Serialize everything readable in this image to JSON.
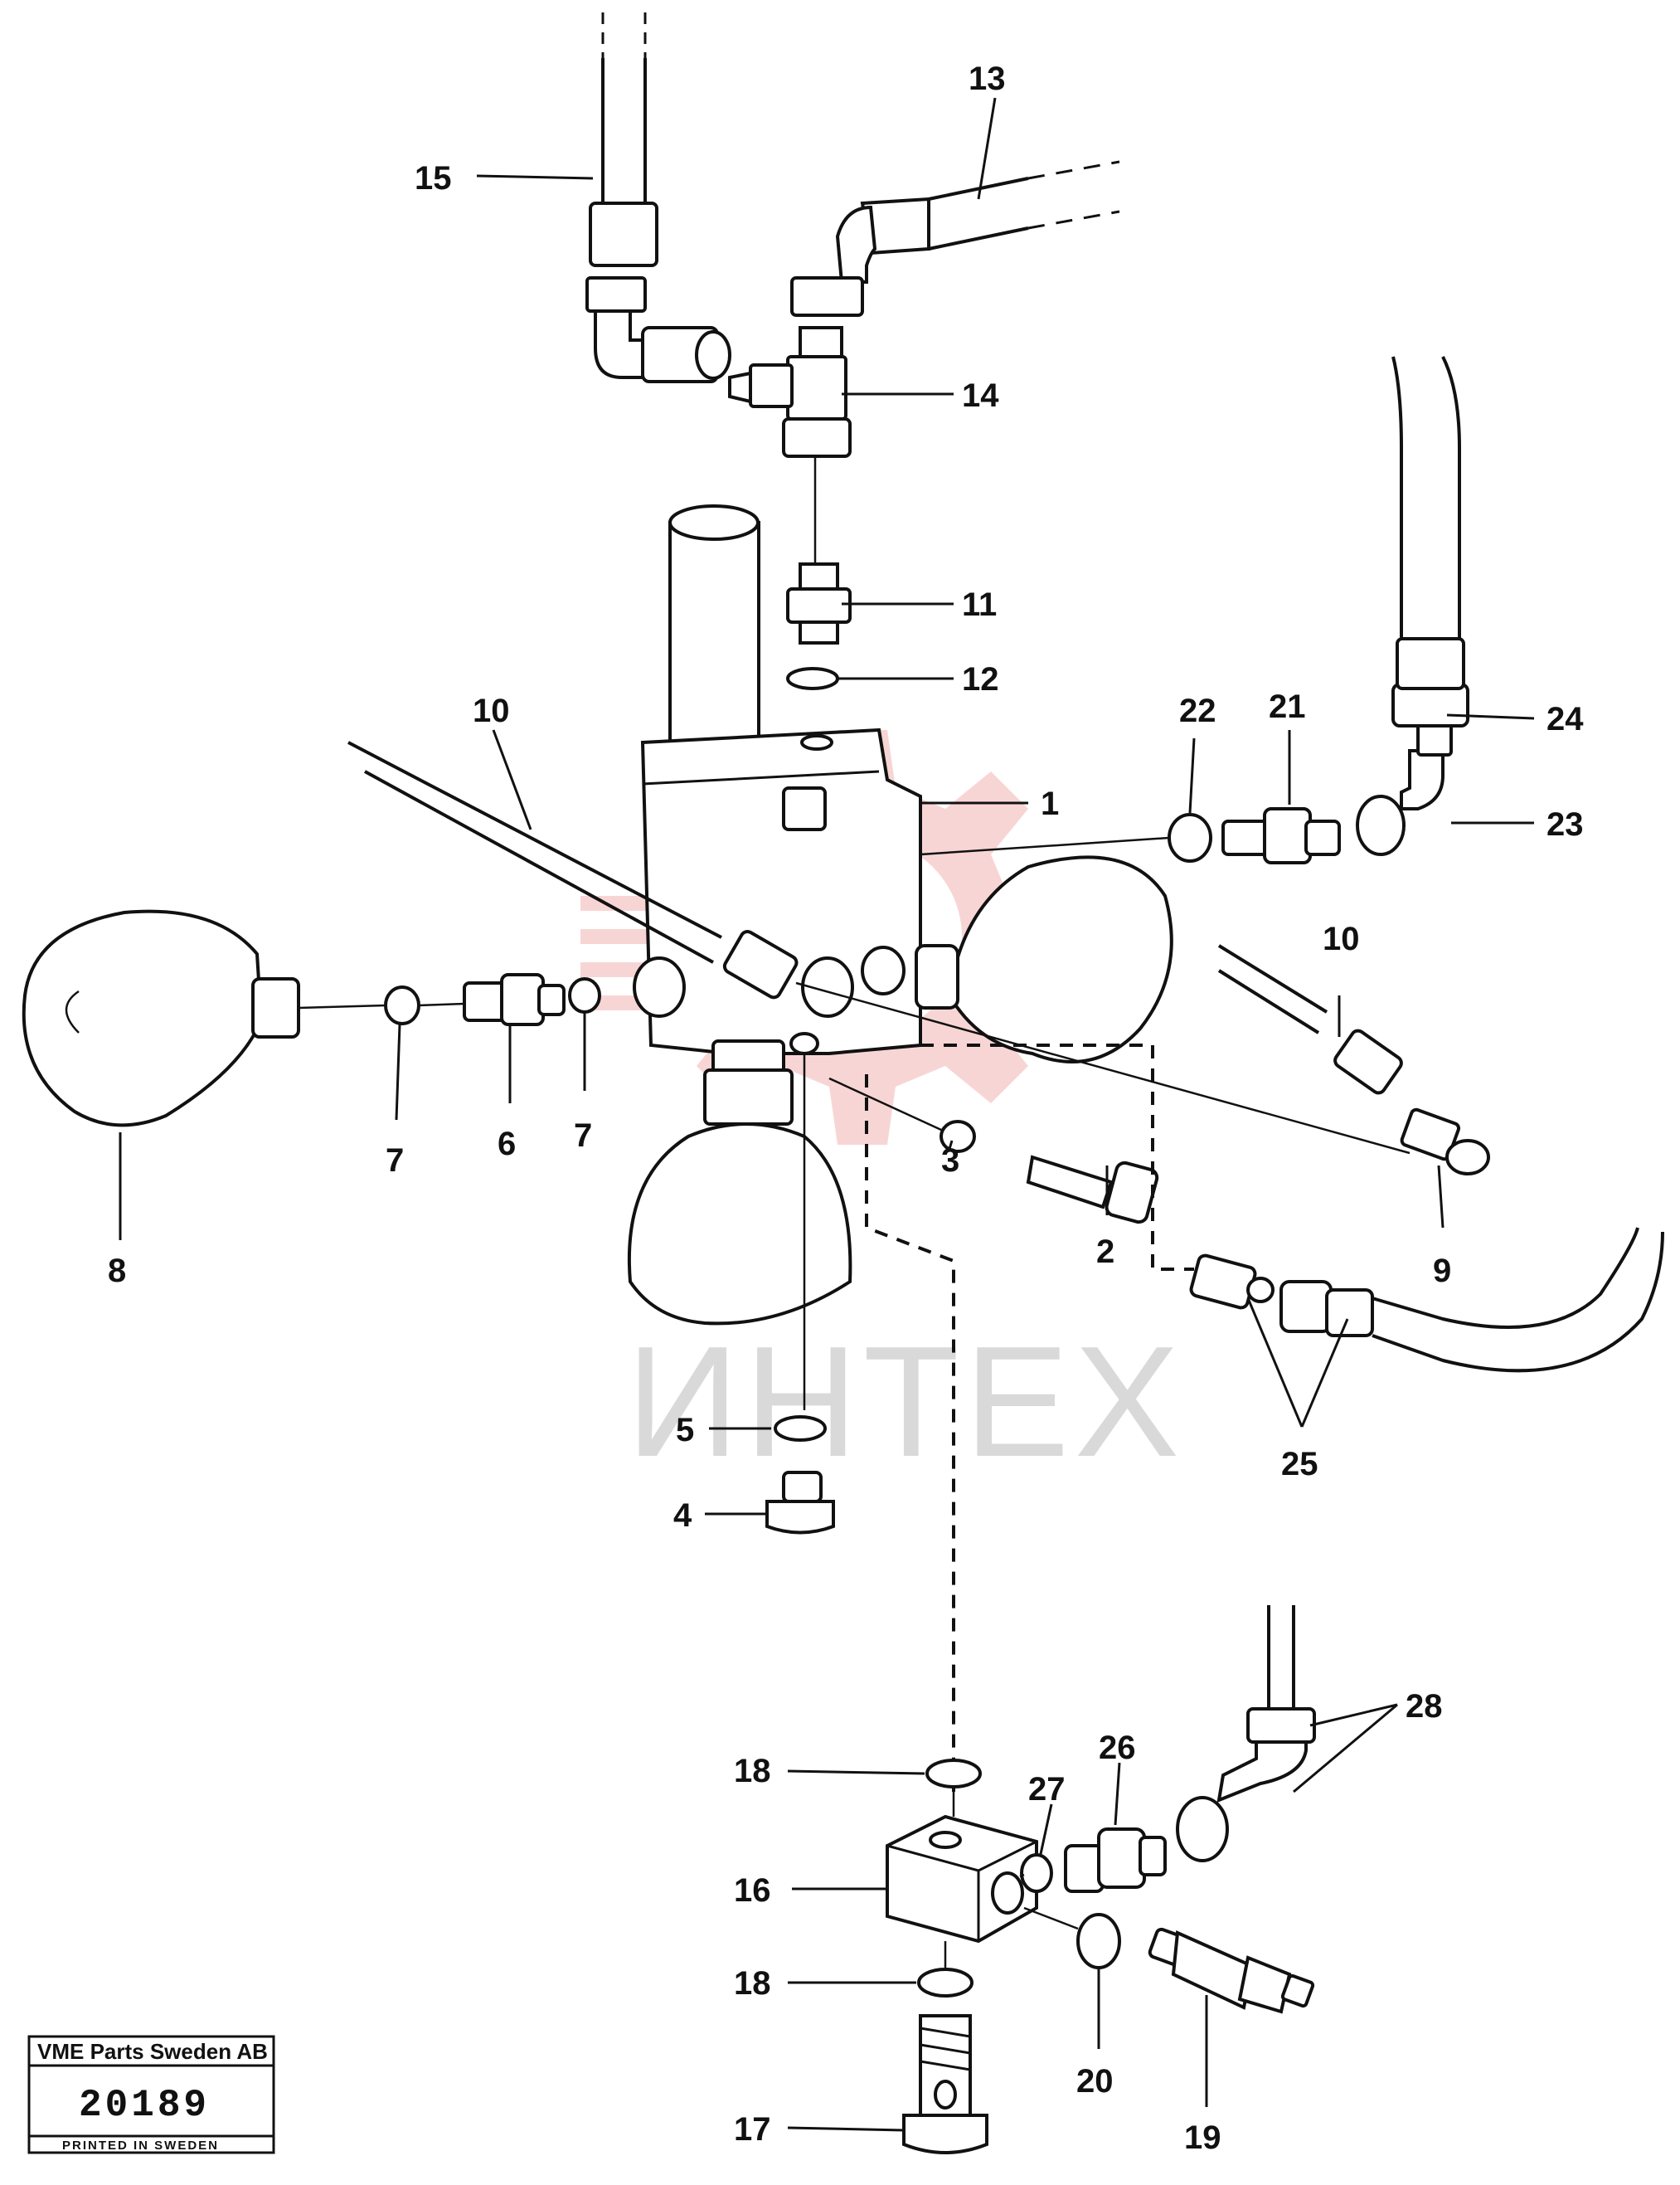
{
  "watermark": {
    "text": "ИНТЕХ",
    "color": "#f3b3b3"
  },
  "stamp": {
    "company": "VME Parts Sweden AB",
    "number": "20189",
    "printed": "PRINTED IN SWEDEN"
  },
  "callouts": {
    "c1": "1",
    "c2": "2",
    "c3": "3",
    "c4": "4",
    "c5": "5",
    "c6": "6",
    "c7a": "7",
    "c7b": "7",
    "c8": "8",
    "c9": "9",
    "c10a": "10",
    "c10b": "10",
    "c11": "11",
    "c12": "12",
    "c13": "13",
    "c14": "14",
    "c15": "15",
    "c16": "16",
    "c17": "17",
    "c18a": "18",
    "c18b": "18",
    "c19": "19",
    "c20": "20",
    "c21": "21",
    "c22": "22",
    "c23": "23",
    "c24": "24",
    "c25": "25",
    "c26": "26",
    "c27": "27",
    "c28": "28"
  }
}
